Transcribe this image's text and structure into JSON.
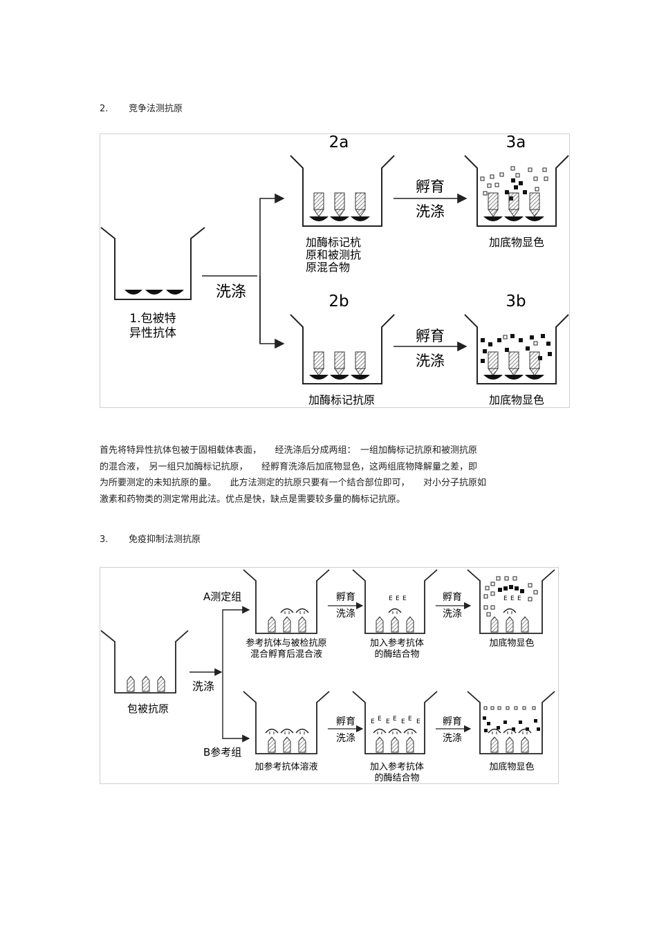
{
  "section2": {
    "number": "2.",
    "title": "竞争法测抗原",
    "figure": {
      "label_2a": "2a",
      "label_3a": "3a",
      "label_2b": "2b",
      "label_3b": "3b",
      "wash_main": "洗涤",
      "incubate": "孵育",
      "wash": "洗涤",
      "well1_caption": [
        "1.包被特",
        "异性抗体"
      ],
      "well2a_caption": [
        "加酶标记杭",
        "原和被测抗",
        "原混合物"
      ],
      "well3a_caption": "加底物显色",
      "well2b_caption": "加酶标记抗原",
      "well3b_caption": "加底物显色"
    },
    "paragraph_lines": [
      "首先将特异性抗体包被于固相载体表面，　　经洗涤后分成两组：　一组加酶标记抗原和被测抗原",
      "的混合液，　另一组只加酶标记抗原，　　经孵育洗涤后加底物显色，这两组底物降解量之差，即",
      "为所要测定的未知抗原的量。　　此方法测定的抗原只要有一个结合部位即可，　　对小分子抗原如",
      "激素和药物类的测定常用此法。优点是快，缺点是需要较多量的酶标记抗原。"
    ]
  },
  "section3": {
    "number": "3.",
    "title": "免疫抑制法测抗原",
    "figure": {
      "group_a": "A测定组",
      "group_b": "B参考组",
      "wash_main": "洗涤",
      "incubate": "孵育",
      "wash": "洗涤",
      "coat_caption": "包被抗原",
      "a1_caption": [
        "参考抗体与被检抗原",
        "混合孵育后混合液"
      ],
      "a2_caption": [
        "加入参考抗体",
        "的酶结合物"
      ],
      "a3_caption": "加底物显色",
      "b1_caption": "加参考抗体溶液",
      "b2_caption": [
        "加入参考抗体",
        "的酶结合物"
      ],
      "b3_caption": "加底物显色",
      "enzyme_mark": "E"
    }
  }
}
